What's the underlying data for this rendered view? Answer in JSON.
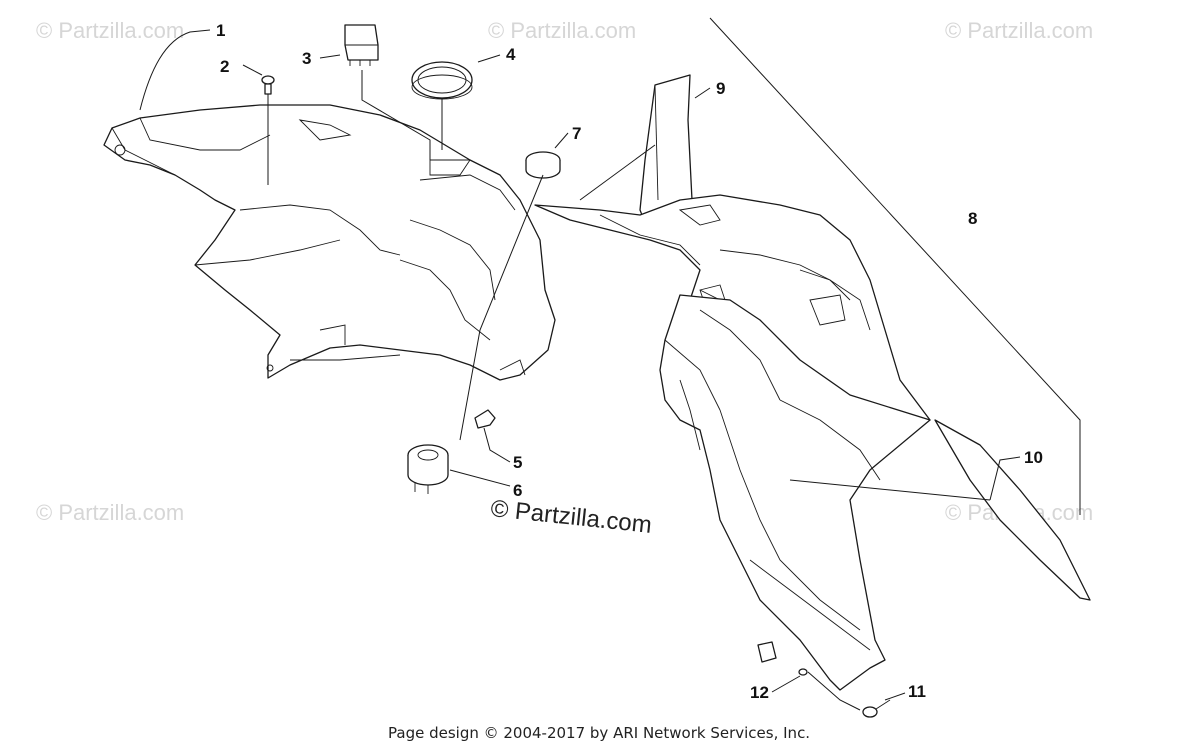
{
  "watermark_text": "© Partzilla.com",
  "brand_text": "© Partzilla.com",
  "footer_text": "Page design © 2004-2017 by ARI Network Services, Inc.",
  "callouts": [
    "1",
    "2",
    "3",
    "4",
    "5",
    "6",
    "7",
    "8",
    "9",
    "10",
    "11",
    "12"
  ]
}
